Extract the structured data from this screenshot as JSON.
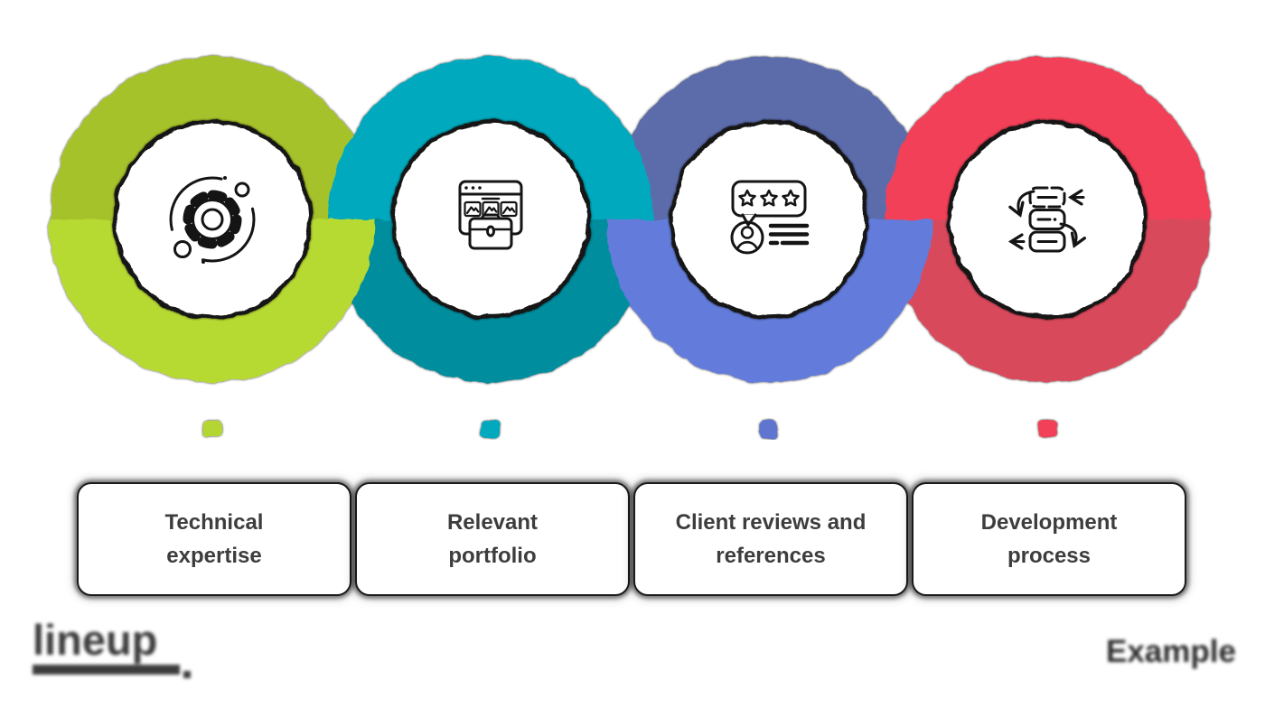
{
  "ink_color": "#141414",
  "background_color": "#ffffff",
  "label_text_color": "#3d3d3d",
  "steps": [
    {
      "label": "Technical expertise",
      "label_lines": [
        "Technical",
        "expertise"
      ],
      "icon": "gear-orbit",
      "ring": {
        "top_color": "#a6c22c",
        "bottom_color": "#b7da33"
      },
      "dot_color": "#b3d632"
    },
    {
      "label": "Relevant portfolio",
      "label_lines": [
        "Relevant",
        "portfolio"
      ],
      "icon": "portfolio-browser",
      "ring": {
        "top_color": "#00a9bd",
        "bottom_color": "#008d9e"
      },
      "dot_color": "#00a9bd"
    },
    {
      "label": "Client reviews and references",
      "label_lines": [
        "Client reviews and",
        "references"
      ],
      "icon": "client-reviews",
      "ring": {
        "top_color": "#5b6cab",
        "bottom_color": "#637cdb"
      },
      "dot_color": "#5f75cf"
    },
    {
      "label": "Development process",
      "label_lines": [
        "Development",
        "process"
      ],
      "icon": "process-flow",
      "ring": {
        "top_color": "#f23f58",
        "bottom_color": "#d94a5c"
      },
      "dot_color": "#f23f58"
    }
  ],
  "footer": {
    "brand_text": "lineup",
    "watermark_text": "Example"
  }
}
